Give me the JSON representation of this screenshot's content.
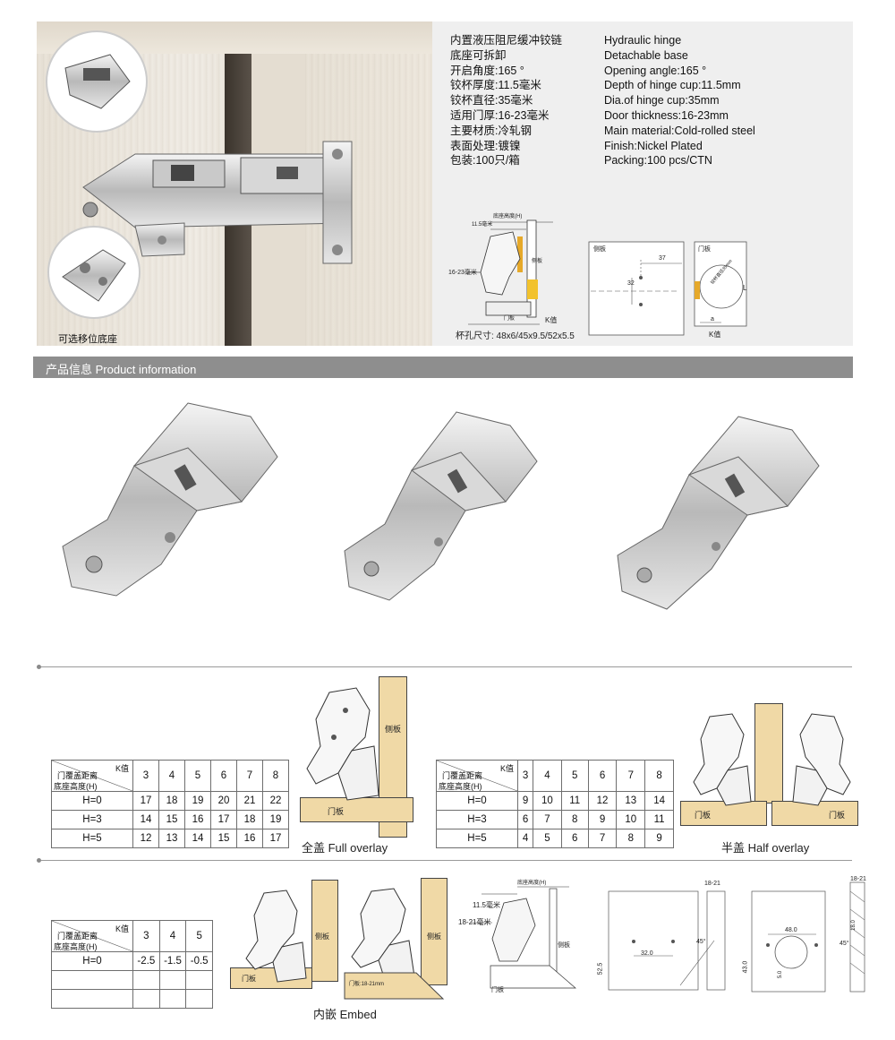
{
  "specs": {
    "cn": [
      "内置液压阻尼缓冲铰链",
      "底座可拆卸",
      "开启角度:165 °",
      "铰杯厚度:11.5毫米",
      "铰杯直径:35毫米",
      "适用门厚:16-23毫米",
      "主要材质:冷轧钢",
      "表面处理:镀镍",
      "包装:100只/箱"
    ],
    "en": [
      "Hydraulic hinge",
      "Detachable base",
      "Opening angle:165 °",
      "Depth of hinge cup:11.5mm",
      "Dia.of hinge cup:35mm",
      "Door thickness:16-23mm",
      "Main material:Cold-rolled steel",
      "Finish:Nickel Plated",
      "Packing:100 pcs/CTN"
    ]
  },
  "photo_caption": "可选移位底座",
  "drawing_labels": {
    "base_height": "底座高度(H)",
    "cup_depth": "11.5毫米",
    "door_thick": "16-23毫米",
    "side_panel": "侧板",
    "door_panel": "门板",
    "k_value": "K值",
    "side_plate_label": "侧板",
    "door_plate_label": "门板",
    "dim_37": "37",
    "dim_32": "32",
    "dim_L": "L",
    "dim_a": "a",
    "dim_cup": "铰杯直径35mm",
    "cup_size": "杯孔尺寸:  48x6/45x9.5/52x5.5"
  },
  "section_title": "产品信息 Product information",
  "table_header": {
    "k": "K值",
    "door_cover": "门覆盖距离",
    "base_height": "底座高度(H)"
  },
  "full_overlay": {
    "k_cols": [
      "3",
      "4",
      "5",
      "6",
      "7",
      "8"
    ],
    "rows": [
      {
        "h": "H=0",
        "vals": [
          "17",
          "18",
          "19",
          "20",
          "21",
          "22"
        ]
      },
      {
        "h": "H=3",
        "vals": [
          "14",
          "15",
          "16",
          "17",
          "18",
          "19"
        ]
      },
      {
        "h": "H=5",
        "vals": [
          "12",
          "13",
          "14",
          "15",
          "16",
          "17"
        ]
      }
    ],
    "caption": "全盖 Full overlay",
    "side_label": "侧板",
    "door_label": "门板"
  },
  "half_overlay": {
    "k_cols": [
      "3",
      "4",
      "5",
      "6",
      "7",
      "8"
    ],
    "rows": [
      {
        "h": "H=0",
        "vals": [
          "9",
          "10",
          "11",
          "12",
          "13",
          "14"
        ]
      },
      {
        "h": "H=3",
        "vals": [
          "6",
          "7",
          "8",
          "9",
          "10",
          "11"
        ]
      },
      {
        "h": "H=5",
        "vals": [
          "4",
          "5",
          "6",
          "7",
          "8",
          "9"
        ]
      }
    ],
    "caption": "半盖 Half overlay",
    "door_label_left": "门板",
    "door_label_right": "门板"
  },
  "embed": {
    "k_cols": [
      "3",
      "4",
      "5"
    ],
    "rows": [
      {
        "h": "H=0",
        "vals": [
          "-2.5",
          "-1.5",
          "-0.5"
        ]
      }
    ],
    "caption": "内嵌 Embed",
    "side_label_1": "侧板",
    "door_label_1": "门板",
    "side_label_2": "侧板",
    "door_label_2": "门板:18-21mm",
    "cup_depth": "11.5毫米",
    "door_thick": "18-21毫米",
    "base_height": "底座高度(H)",
    "side_panel": "侧板",
    "door_panel": "门板",
    "dim_18_21_a": "18-21",
    "dim_18_21_b": "18-21",
    "dim_32": "32.0",
    "dim_48": "48.0",
    "dim_52": "52.5",
    "dim_43": "43.0",
    "dim_45a": "45°",
    "dim_45b": "45°",
    "dim_18": "18.0",
    "dim_5": "5.0"
  }
}
